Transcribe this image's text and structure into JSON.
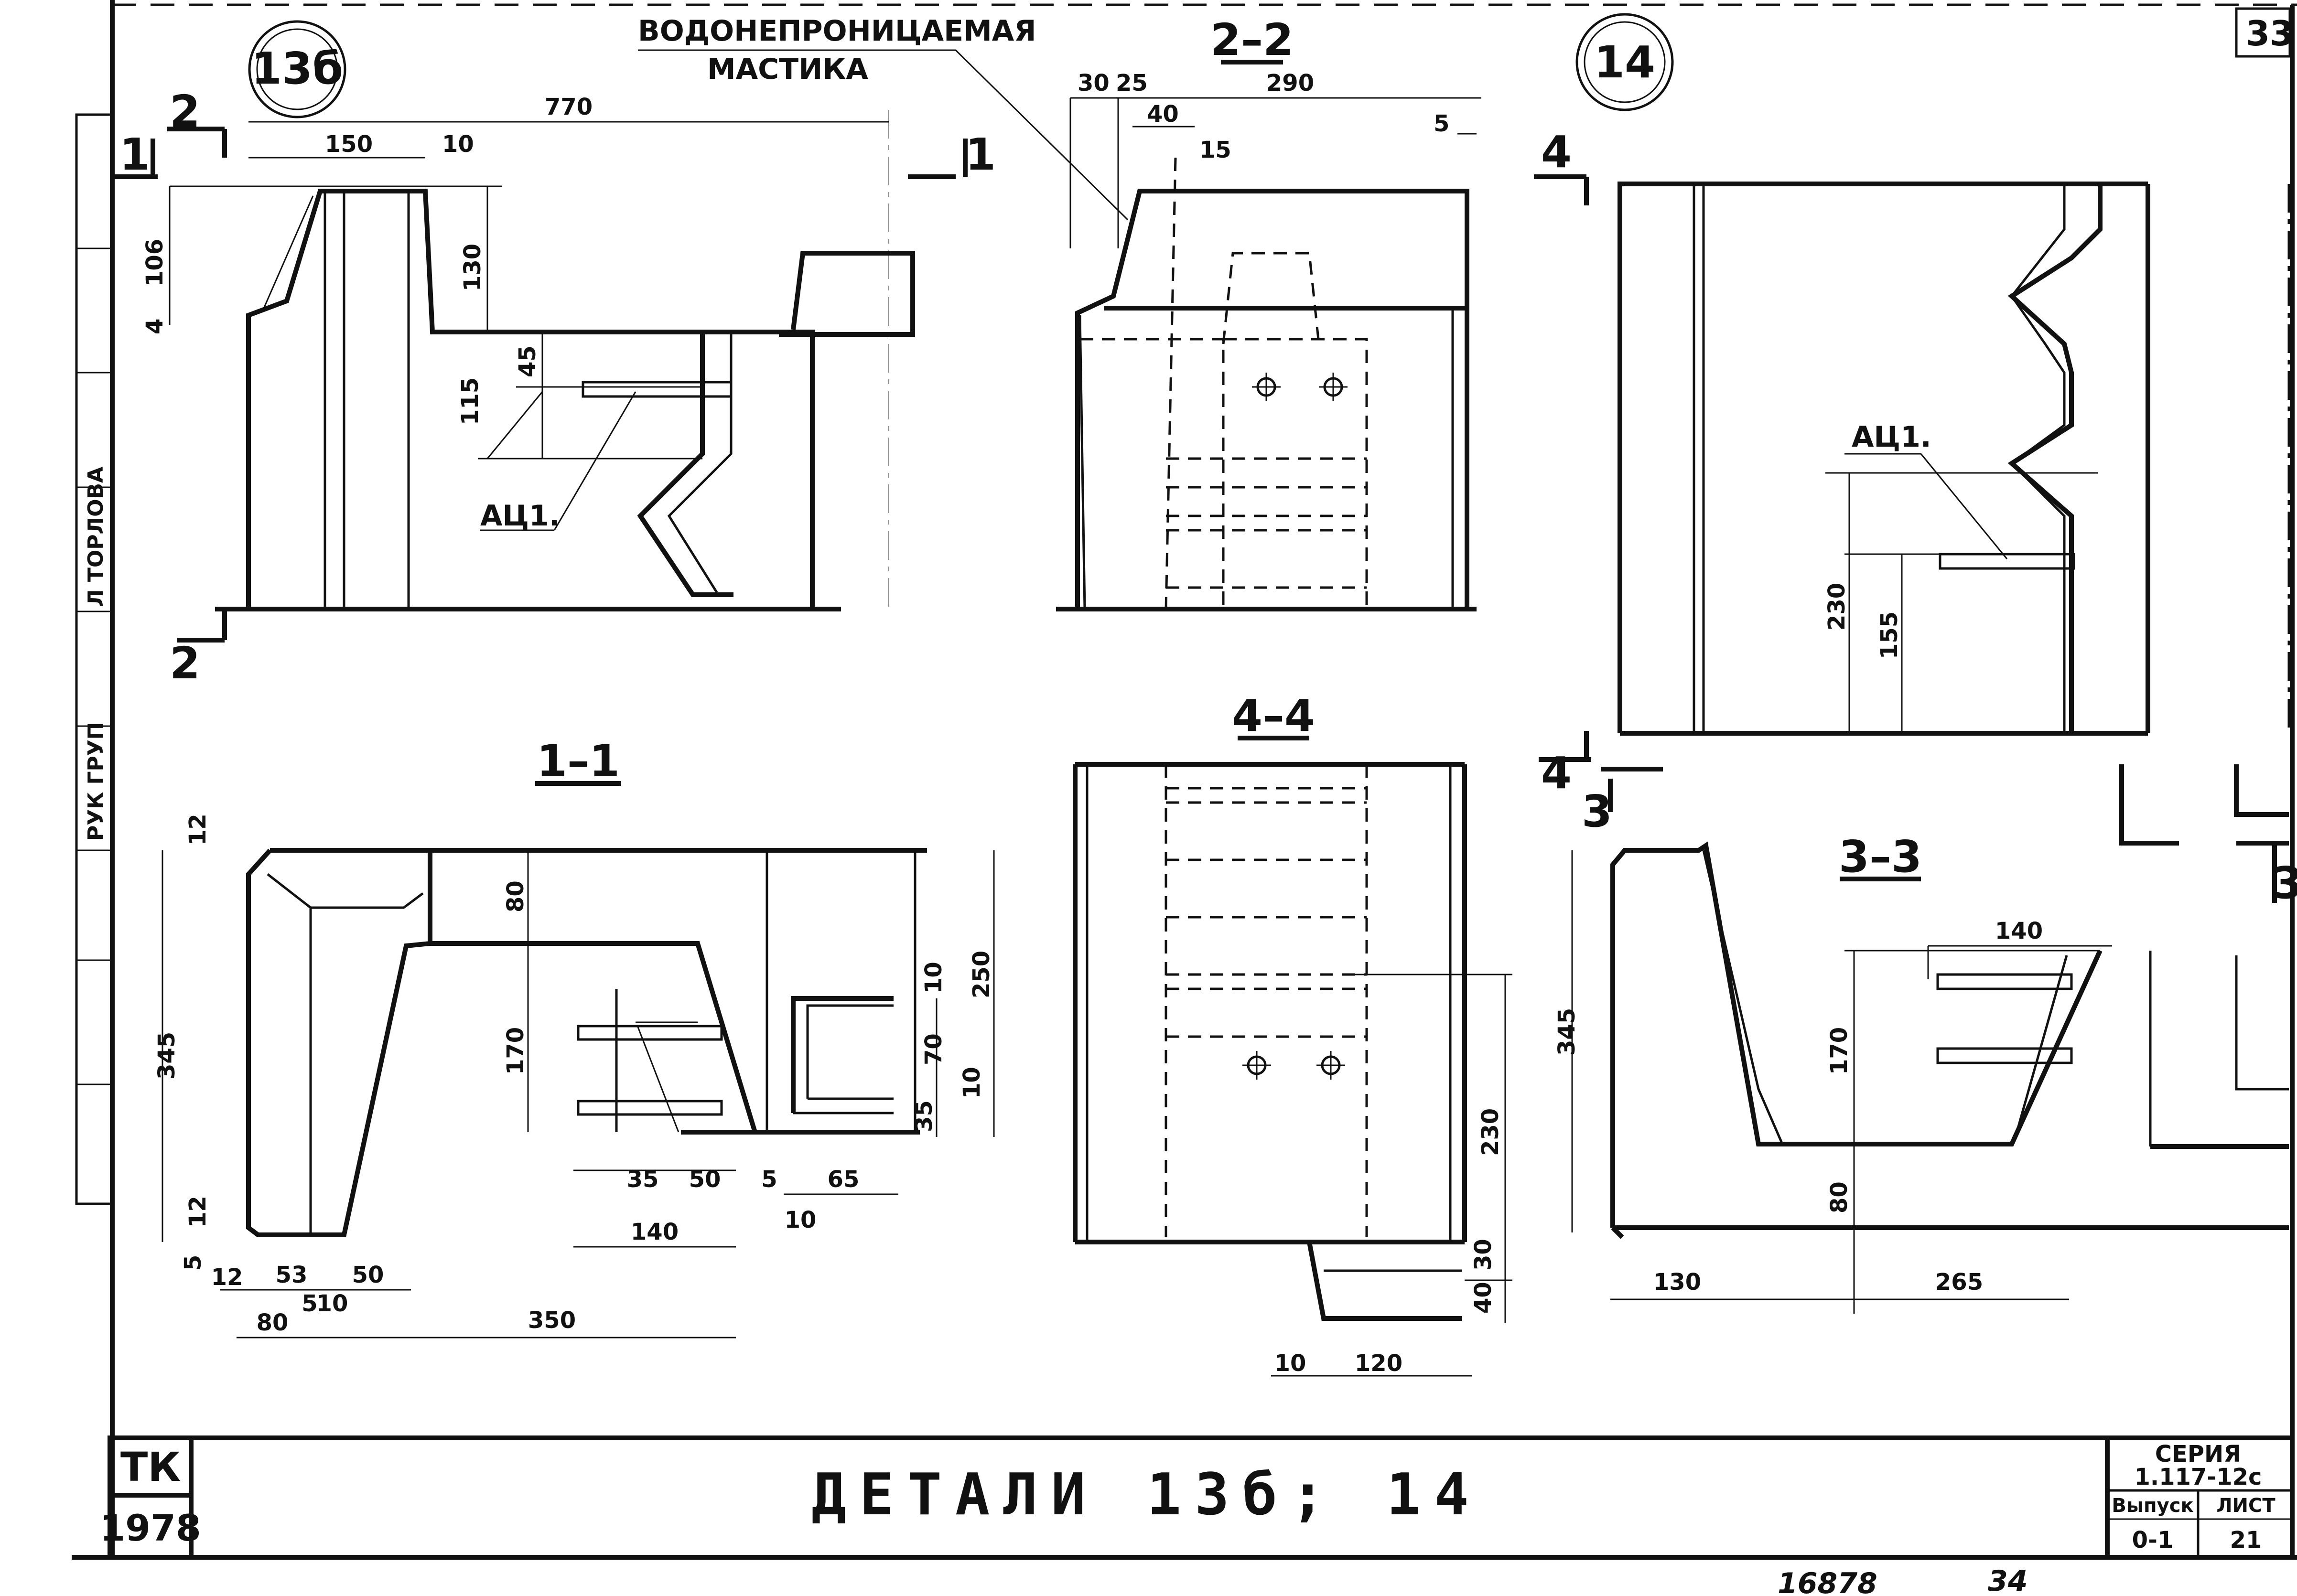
{
  "sheet_number": "33",
  "detail_markers": [
    "13б",
    "14"
  ],
  "note_mastic": [
    "ВОДОНЕПРОНИЦАЕМАЯ",
    "МАСТИКА"
  ],
  "side_stamp": [
    "РУК ГРУП",
    "Л ТОРЛОВА"
  ],
  "sections": {
    "s22": "2–2",
    "s11": "1–1",
    "s44": "4–4",
    "s33": "3–3"
  },
  "cut_marks": [
    "1",
    "1",
    "2",
    "2",
    "3",
    "3",
    "4",
    "4"
  ],
  "rebar_label": "АЦ1.",
  "dims": {
    "d13b_plan": [
      "770",
      "150",
      "10",
      "106",
      "4",
      "130",
      "45",
      "115"
    ],
    "d22": [
      "30",
      "25",
      "290",
      "40",
      "15",
      "5"
    ],
    "d14": [
      "230",
      "155"
    ],
    "d11": [
      "12",
      "80",
      "345",
      "170",
      "10",
      "250",
      "70",
      "10",
      "35",
      "35",
      "50",
      "5",
      "65",
      "10",
      "140",
      "12",
      "5",
      "12",
      "53",
      "50",
      "5",
      "10",
      "80",
      "350"
    ],
    "d44": [
      "230",
      "30",
      "40",
      "10",
      "120"
    ],
    "d33": [
      "140",
      "345",
      "170",
      "80",
      "130",
      "265"
    ]
  },
  "title_block": {
    "org": "ТК",
    "year": "1978",
    "title": "ДЕТАЛИ 13б; 14",
    "series_label": "СЕРИЯ",
    "series_value": "1.117-12с",
    "issue_label": "Выпуск",
    "issue_value": "0-1",
    "sheet_label": "ЛИСТ",
    "sheet_value": "21"
  },
  "footer_numbers": [
    "16878",
    "34"
  ]
}
